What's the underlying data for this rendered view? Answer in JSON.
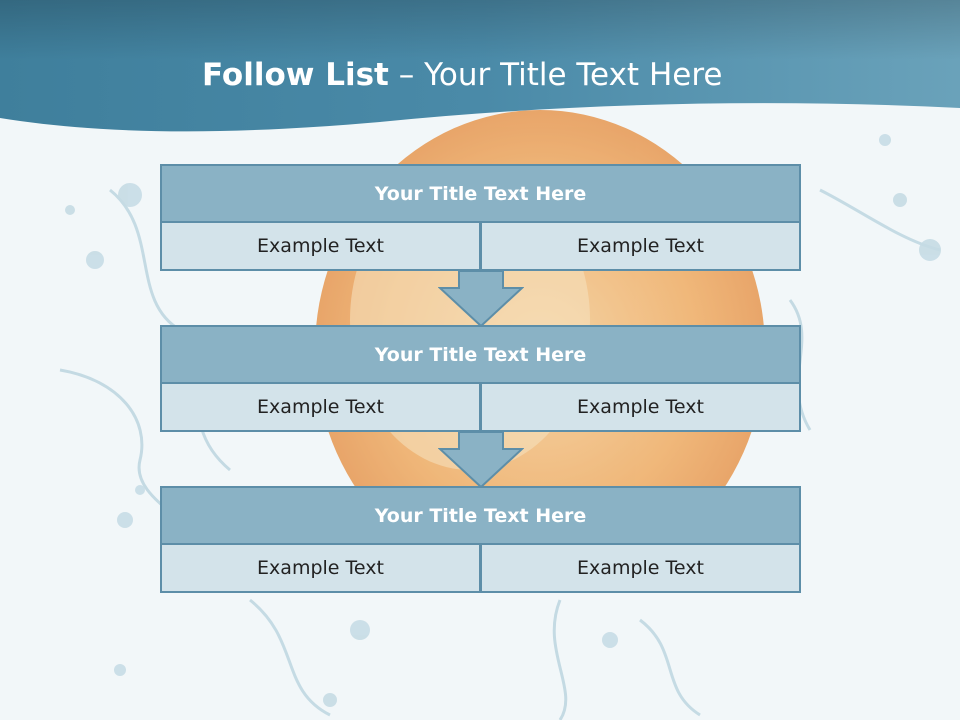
{
  "slide": {
    "title_bold": "Follow List",
    "title_rest": " – Your Title Text Here"
  },
  "steps": [
    {
      "title": "Your Title Text Here",
      "left": "Example Text",
      "right": "Example Text"
    },
    {
      "title": "Your Title Text Here",
      "left": "Example Text",
      "right": "Example Text"
    },
    {
      "title": "Your Title Text Here",
      "left": "Example Text",
      "right": "Example Text"
    }
  ],
  "colors": {
    "header_band": "#4d8aa6",
    "title_fill": "#8ab2c5",
    "cell_fill": "#d3e3ea",
    "border": "#5d8ea8",
    "orange": "#f0a050"
  },
  "background_image": "orange-in-water-splash"
}
